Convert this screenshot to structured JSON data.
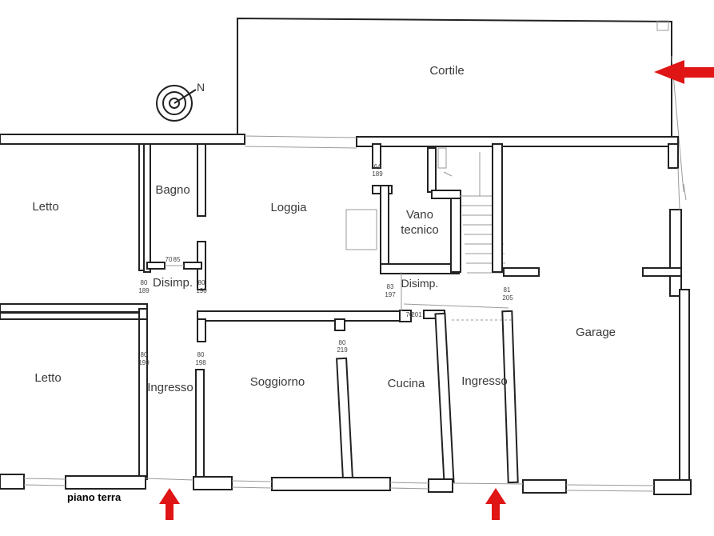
{
  "plan": {
    "caption": "piano terra",
    "north_label": "N",
    "accent_color": "#e01515",
    "rooms": {
      "cortile": "Cortile",
      "letto_1": "Letto",
      "letto_2": "Letto",
      "bagno": "Bagno",
      "loggia": "Loggia",
      "vano": [
        "Vano",
        "tecnico"
      ],
      "disimp_1": "Disimp.",
      "disimp_2": "Disimp.",
      "soggiorno": "Soggiorno",
      "cucina": "Cucina",
      "ingresso_1": "Ingresso",
      "ingresso_2": "Ingresso",
      "garage": "Garage"
    },
    "door_dims": [
      [
        "64",
        "189"
      ],
      [
        "70",
        "85"
      ],
      [
        "80",
        "189"
      ],
      [
        "80",
        "190"
      ],
      [
        "83",
        "197"
      ],
      [
        "81",
        "205"
      ],
      [
        "70",
        "201"
      ],
      [
        "80",
        "199"
      ],
      [
        "80",
        "198"
      ],
      [
        "80",
        "219"
      ]
    ],
    "arrows": [
      {
        "name": "entrance-arrow-cortile",
        "direction": "left"
      },
      {
        "name": "entrance-arrow-ingresso-left",
        "direction": "up"
      },
      {
        "name": "entrance-arrow-ingresso-right",
        "direction": "up"
      }
    ]
  }
}
